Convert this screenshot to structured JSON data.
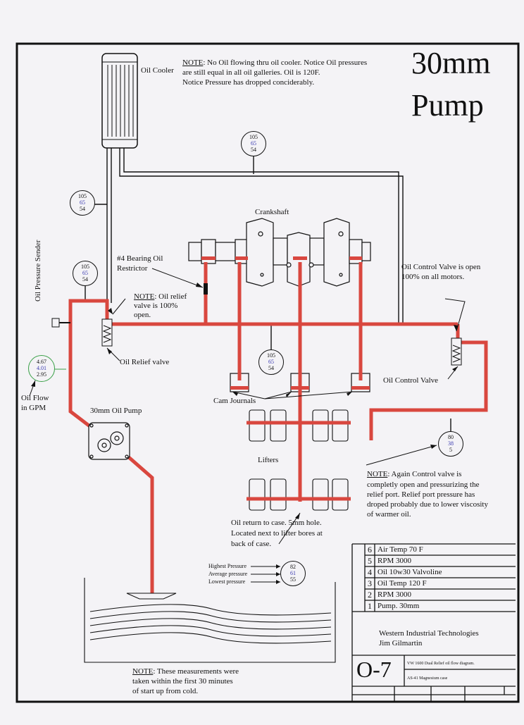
{
  "title": {
    "line1": "30mm",
    "line2": "Pump"
  },
  "top_note": {
    "label": "NOTE",
    "line1": ": No Oil flowing thru oil cooler. Notice Oil pressures",
    "line2": "are still equal in all oil galleries. Oil is 120F.",
    "line3": "Notice Pressure has dropped conciderably."
  },
  "labels": {
    "oil_cooler": "Oil Cooler",
    "crankshaft": "Crankshaft",
    "bearing_line1": "#4 Bearing Oil",
    "bearing_line2": "Restrictor",
    "oil_pressure_sender": "Oil Pressure Sender",
    "relief_note_label": "NOTE",
    "relief_note_line1": ": Oil relief",
    "relief_note_line2": "valve is 100%",
    "relief_note_line3": "open.",
    "oil_relief_valve": "Oil Relief valve",
    "oil_flow_line1": "Oil Flow",
    "oil_flow_line2": "in GPM",
    "pump": "30mm Oil Pump",
    "cam_journals": "Cam Journals",
    "lifters": "Lifters",
    "control_open_line1": "Oil Control Valve is open",
    "control_open_line2": "100% on all motors.",
    "oil_control_valve": "Oil Control Valve",
    "return_line1": "Oil return to case. 5mm hole.",
    "return_line2": "Located next to lifter bores at",
    "return_line3": "back of case."
  },
  "right_note": {
    "label": "NOTE",
    "line1": ": Again Control valve is",
    "line2": "completly open and pressurizing the",
    "line3": "relief port. Relief port pressure has",
    "line4": "droped probably due to lower viscosity",
    "line5": "of warmer oil."
  },
  "bottom_note": {
    "label": "NOTE",
    "line1": ": These measurements were",
    "line2": "taken within the first 30 minutes",
    "line3": "of start up from cold."
  },
  "gauges": {
    "cooler_top": [
      "105",
      "65",
      "54"
    ],
    "cooler_left": [
      "105",
      "65",
      "54"
    ],
    "sender": [
      "105",
      "65",
      "54"
    ],
    "gallery": [
      "105",
      "65",
      "54"
    ],
    "flow": [
      "4.67",
      "4.01",
      "2.95"
    ],
    "relief_port": [
      "80",
      "38",
      "5"
    ]
  },
  "legend": {
    "highest": "Highest Pressure",
    "average": "Average pressure",
    "lowest": "Lowest pressure",
    "values": [
      "82",
      "61",
      "55"
    ]
  },
  "title_block": {
    "revisions": [
      {
        "num": "6",
        "text": "Air Temp 70 F"
      },
      {
        "num": "5",
        "text": "RPM 3000"
      },
      {
        "num": "4",
        "text": "Oil 10w30 Valvoline"
      },
      {
        "num": "3",
        "text": "Oil Temp 120 F"
      },
      {
        "num": "2",
        "text": "RPM 3000"
      },
      {
        "num": "1",
        "text": "Pump. 30mm"
      }
    ],
    "company_line1": "Western Industrial  Technologies",
    "company_line2": "Jim Gilmartin",
    "drawing_number": "O-7",
    "description": "VW 1600 Dual Relief oil flow diagram.",
    "material": "AS-41 Magnesium case"
  },
  "colors": {
    "oil": "#d9473f",
    "line": "#111111",
    "flow_gauge": "#3aa048",
    "gauge_mid": "#3a3ab0"
  }
}
